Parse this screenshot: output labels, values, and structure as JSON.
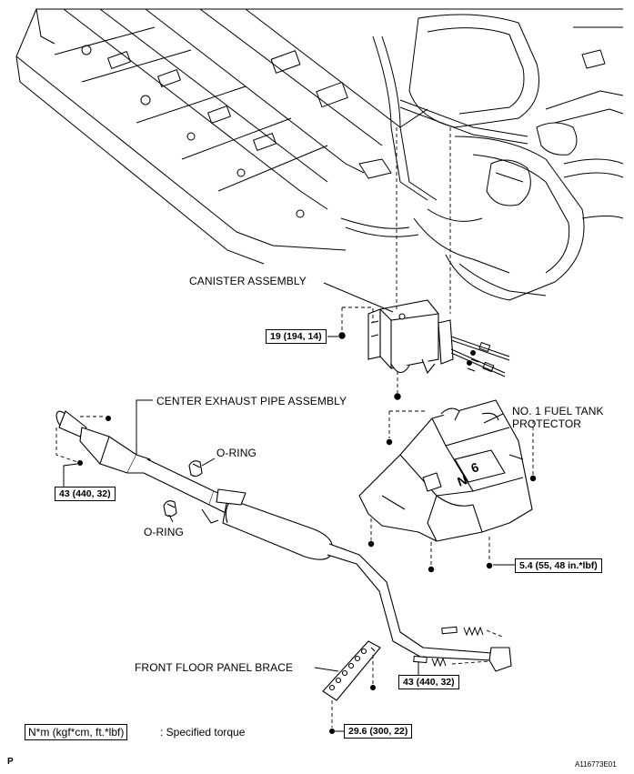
{
  "labels": {
    "canister": "CANISTER ASSEMBLY",
    "center_exhaust": "CENTER EXHAUST PIPE ASSEMBLY",
    "fuel_tank_protector_line1": "NO. 1 FUEL TANK",
    "fuel_tank_protector_line2": "PROTECTOR",
    "o_ring_upper": "O-RING",
    "o_ring_lower": "O-RING",
    "front_floor_brace": "FRONT FLOOR PANEL BRACE"
  },
  "torques": {
    "canister_bolt": "19 (194, 14)",
    "exhaust_front": "43 (440, 32)",
    "protector": "5.4 (55, 48 in.*lbf)",
    "exhaust_rear": "43 (440, 32)",
    "brace": "29.6 (300, 22)"
  },
  "legend": {
    "unit_box": "N*m (kgf*cm, ft.*lbf)",
    "desc": ": Specified torque"
  },
  "corner": {
    "page_mark": "P",
    "figure_id": "A116773E01"
  }
}
